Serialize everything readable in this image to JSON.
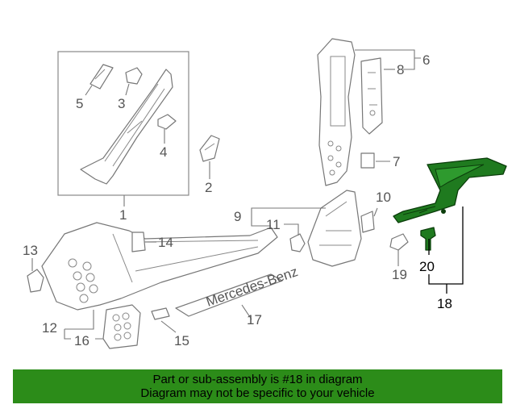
{
  "callouts": {
    "c1": "1",
    "c2": "2",
    "c3": "3",
    "c4": "4",
    "c5": "5",
    "c6": "6",
    "c7": "7",
    "c8": "8",
    "c9": "9",
    "c10": "10",
    "c11": "11",
    "c12": "12",
    "c13": "13",
    "c14": "14",
    "c15": "15",
    "c16": "16",
    "c17": "17",
    "c18": "18",
    "c19": "19",
    "c20": "20"
  },
  "sill_text": "Mercedes-Benz",
  "highlight_color": "#1f7a1f",
  "banner": {
    "line1": "Part or sub-assembly is #18 in diagram",
    "line2": "Diagram may not be specific to your vehicle",
    "color": "#2c8c19"
  }
}
